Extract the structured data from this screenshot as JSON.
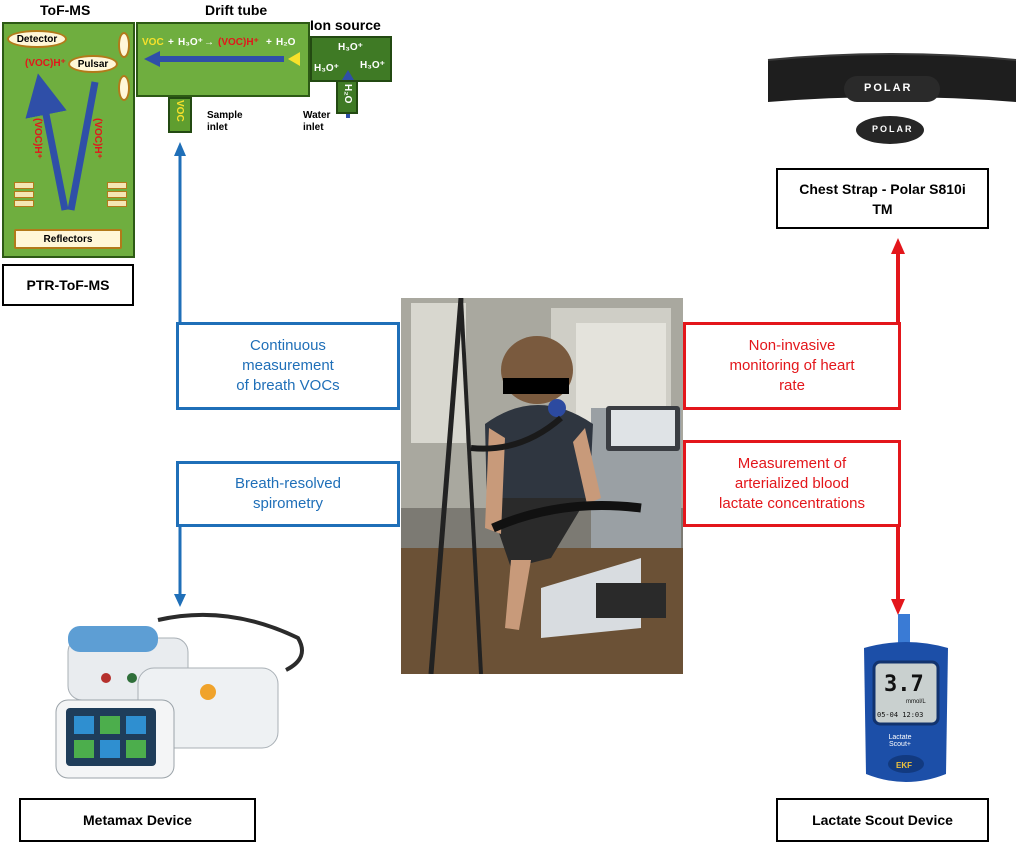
{
  "ptr": {
    "tof_ms": "ToF-MS",
    "drift_tube": "Drift tube",
    "ion_source": "Ion source",
    "detector": "Detector",
    "pulsar": "Pulsar",
    "voc_h": "(VOC)H⁺",
    "reflectors": "Reflectors",
    "label": "PTR-ToF-MS",
    "reaction": {
      "voc": "VOC",
      "plus1": "+",
      "h3o": "H₃O⁺",
      "arrow": "→",
      "voch": "(VOC)H⁺",
      "plus2": "+",
      "h2o": "H₂O"
    },
    "ions": [
      "H₃O⁺",
      "H₃O⁺",
      "H₃O⁺"
    ],
    "voc_inlet": "VOC",
    "h2o_inlet": "H₂O",
    "sample_inlet": "Sample\ninlet",
    "water_inlet": "Water\ninlet"
  },
  "boxes": {
    "continuous": "Continuous\nmeasurement\nof breath VOCs",
    "spirometry": "Breath-resolved\nspirometry",
    "heart_rate": "Non-invasive\nmonitoring of heart\nrate",
    "lactate_meas": "Measurement of\narterialized blood\nlactate concentrations",
    "chest_strap": "Chest Strap - Polar S810i\nTM",
    "metamax": "Metamax Device",
    "lactate_scout": "Lactate Scout Device"
  },
  "devices": {
    "polar_brand": "POLAR",
    "lactate_reading": "3.7",
    "lactate_unit": "mmol/L",
    "lactate_date": "05-04 12:03",
    "lactate_brand": "Lactate Scout+",
    "ekf_brand": "EKF"
  },
  "colors": {
    "blue": "#1f6fb8",
    "red": "#e3161b",
    "green": "#6fae3f",
    "dark_green": "#3f7a25"
  }
}
